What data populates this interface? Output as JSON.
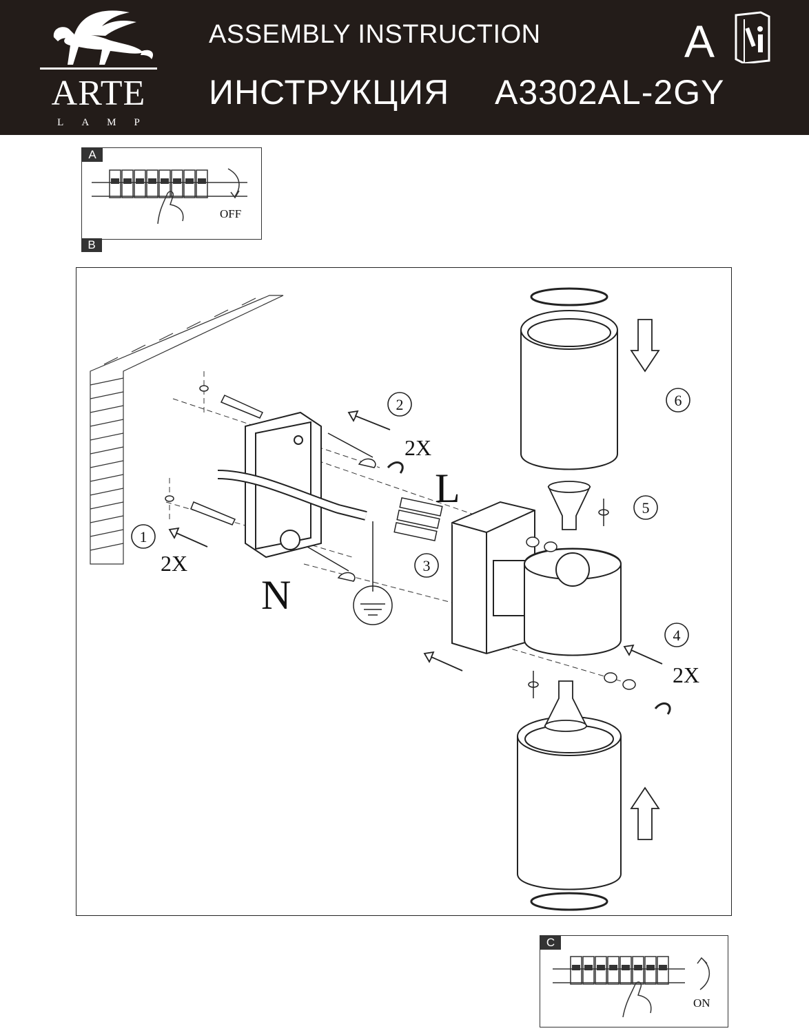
{
  "header": {
    "brand": "ARTE",
    "brand_sub": "LAMP",
    "title_en": "ASSEMBLY  INSTRUCTION",
    "title_ru": "ИНСТРУКЦИЯ",
    "model": "A3302AL-2GY",
    "letter": "A"
  },
  "panel_a": {
    "tag": "A",
    "state": "OFF"
  },
  "panel_b": {
    "tag": "B"
  },
  "panel_c": {
    "tag": "C",
    "state": "ON"
  },
  "diagram": {
    "steps": [
      "1",
      "2",
      "3",
      "4",
      "5",
      "6"
    ],
    "qty_1": "2X",
    "qty_2": "2X",
    "qty_4": "2X",
    "label_l": "L",
    "label_n": "N"
  }
}
